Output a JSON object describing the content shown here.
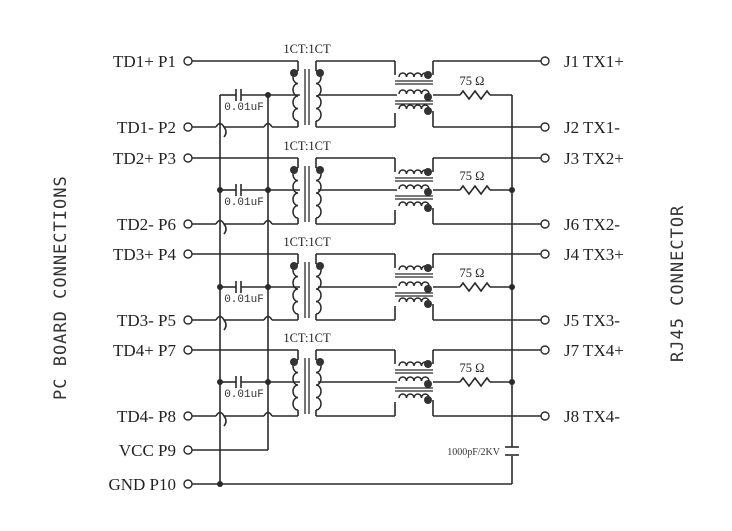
{
  "diagram": {
    "left_title": "PC BOARD CONNECTIONS",
    "right_title": "RJ45 CONNECTOR",
    "left_pins": [
      {
        "label": "TD1+ P1"
      },
      {
        "label": "TD1- P2"
      },
      {
        "label": "TD2+ P3"
      },
      {
        "label": "TD2- P6"
      },
      {
        "label": "TD3+ P4"
      },
      {
        "label": "TD3- P5"
      },
      {
        "label": "TD4+ P7"
      },
      {
        "label": "TD4- P8"
      },
      {
        "label": "VCC P9"
      },
      {
        "label": "GND P10"
      }
    ],
    "right_pins": [
      {
        "label": "J1  TX1+"
      },
      {
        "label": "J2  TX1-"
      },
      {
        "label": "J3  TX2+"
      },
      {
        "label": "J6  TX2-"
      },
      {
        "label": "J4  TX3+"
      },
      {
        "label": "J5  TX3-"
      },
      {
        "label": "J7  TX4+"
      },
      {
        "label": "J8  TX4-"
      }
    ],
    "channels": [
      {
        "transformer_ratio": "1CT:1CT",
        "cap_value": "0.01uF",
        "resistor_value": "75 Ω"
      },
      {
        "transformer_ratio": "1CT:1CT",
        "cap_value": "0.01uF",
        "resistor_value": "75 Ω"
      },
      {
        "transformer_ratio": "1CT:1CT",
        "cap_value": "0.01uF",
        "resistor_value": "75 Ω"
      },
      {
        "transformer_ratio": "1CT:1CT",
        "cap_value": "0.01uF",
        "resistor_value": "75 Ω"
      }
    ],
    "bob_smith_cap": "1000pF/2KV"
  }
}
